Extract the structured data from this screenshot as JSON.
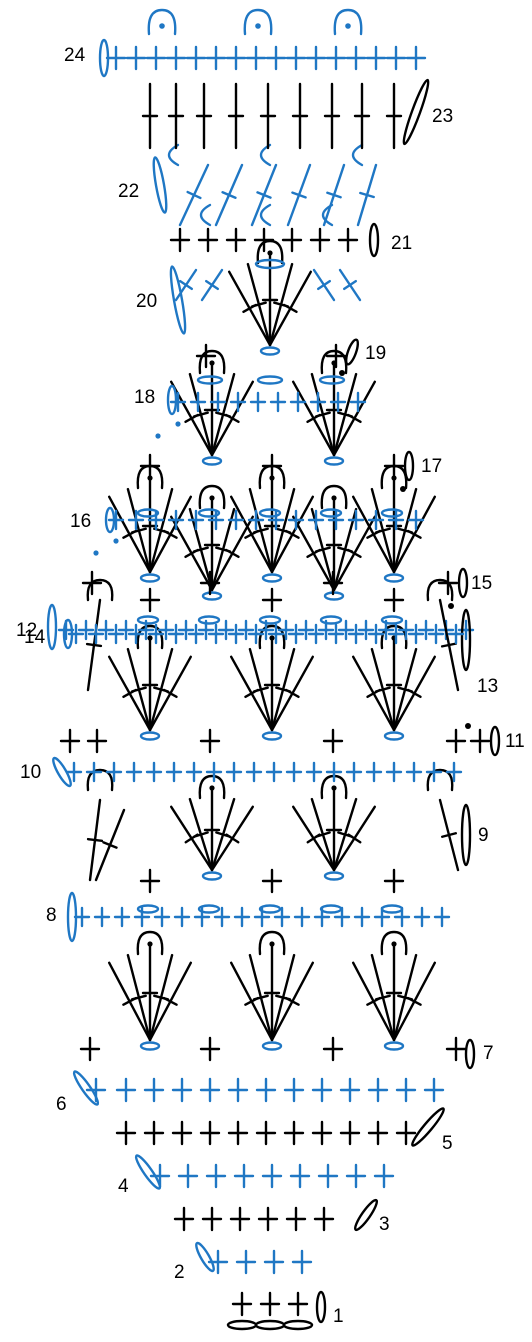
{
  "diagram": {
    "colors": {
      "black": "#000000",
      "blue": "#1f77c4"
    },
    "round_labels": [
      "1",
      "2",
      "3",
      "4",
      "5",
      "6",
      "7",
      "8",
      "9",
      "10",
      "11",
      "12",
      "13",
      "14",
      "15",
      "16",
      "17",
      "18",
      "19",
      "20",
      "21",
      "22",
      "23",
      "24"
    ]
  }
}
